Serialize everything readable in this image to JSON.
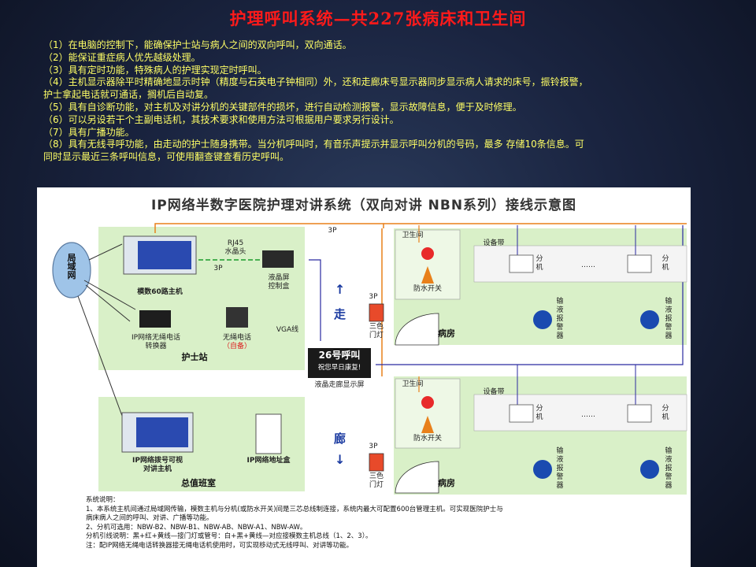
{
  "slide": {
    "title": "护理呼叫系统—共227张病床和卫生间",
    "points": [
      "（1）在电脑的控制下，能确保护士站与病人之间的双向呼叫，双向通话。",
      "（2）能保证重症病人优先越级处理。",
      "（3）具有定时功能，特殊病人的护理实现定时呼叫。",
      "（4）主机显示器除平时精确地显示时钟（精度与石英电子钟相同）外，还和走廊床号显示器同步显示病人请求的床号，振铃报警，",
      "护士拿起电话就可通话，搁机后自动复。",
      "（5）具有自诊断功能，对主机及对讲分机的关键部件的损坏，进行自动检测报警，显示故障信息，便于及时修理。",
      "（6）可以另设若干个主副电话机，其技术要求和使用方法可根据用户要求另行设计。",
      "（7）具有广播功能。",
      "（8）具有无线寻呼功能，由走动的护士随身携带。当分机呼叫时，有音乐声提示并显示呼叫分机的号码，最多 存储10条信息。可",
      "同时显示最近三条呼叫信息，可使用翻查键查看历史呼叫。"
    ]
  },
  "diagram": {
    "title": "IP网络半数字医院护理对讲系统（双向对讲 NBN系列）接线示意图",
    "lan_label": "局\n域\n网",
    "host_label": "模数60路主机",
    "cable_3p": "3P",
    "rj45_label": "RJ45\n水晶头",
    "lcd_box_label": "液晶屏\n控制盒",
    "wireless_converter_label": "IP网络无绳电话\n转换器",
    "wireless_phone_label": "无绳电话",
    "wireless_phone_note": "（自备）",
    "nurse_station_label": "护士站",
    "vga_label": "VGA线",
    "corridor_display_line1": "26号呼叫",
    "corridor_display_line2": "祝您早日康复!",
    "corridor_display_label": "液晶走廊显示屏",
    "corridor_chars": [
      "走",
      "廊"
    ],
    "dial_host_label": "IP网络拨号可视\n对讲主机",
    "address_box_label": "IP网络地址盒",
    "duty_room_label": "总值班室",
    "bathroom_label": "卫生间",
    "waterproof_switch_label": "防水开关",
    "equipment_strip_label": "设备带",
    "extension_label": "分\n机",
    "dots": "……",
    "infusion_alarm_label": "输\n液\n报\n警\n器",
    "door_light_label": "三色\n门灯",
    "ward_label": "病房",
    "notes": [
      "系统说明：",
      "1、本系统主机间通过局域网传输，模数主机与分机(或防水开关)间是三芯总线制连接，系统内最大可配置600台管理主机。可实现医院护士与",
      "   病床病人之间的呼叫、对讲、广播等功能。",
      "2、分机可选用：NBW-B2、NBW-B1、NBW-AB、NBW-A1、NBW-AW。",
      "   分机引线说明：黑+红+黄线—接门灯或管号：白+黑+黄线—对应接模数主机总线（1、2、3）。",
      "注：配IP网络无绳电话转换器接无绳电话机使用时，可实现移动式无线呼叫、对讲等功能。"
    ]
  },
  "colors": {
    "title_red": "#ff1a1a",
    "text_yellow": "#ffff66",
    "zone_green": "#d9f0c8",
    "wire_orange": "#e8801a",
    "wire_blue": "#2a2aa0",
    "wire_green": "#1a9a2a"
  }
}
